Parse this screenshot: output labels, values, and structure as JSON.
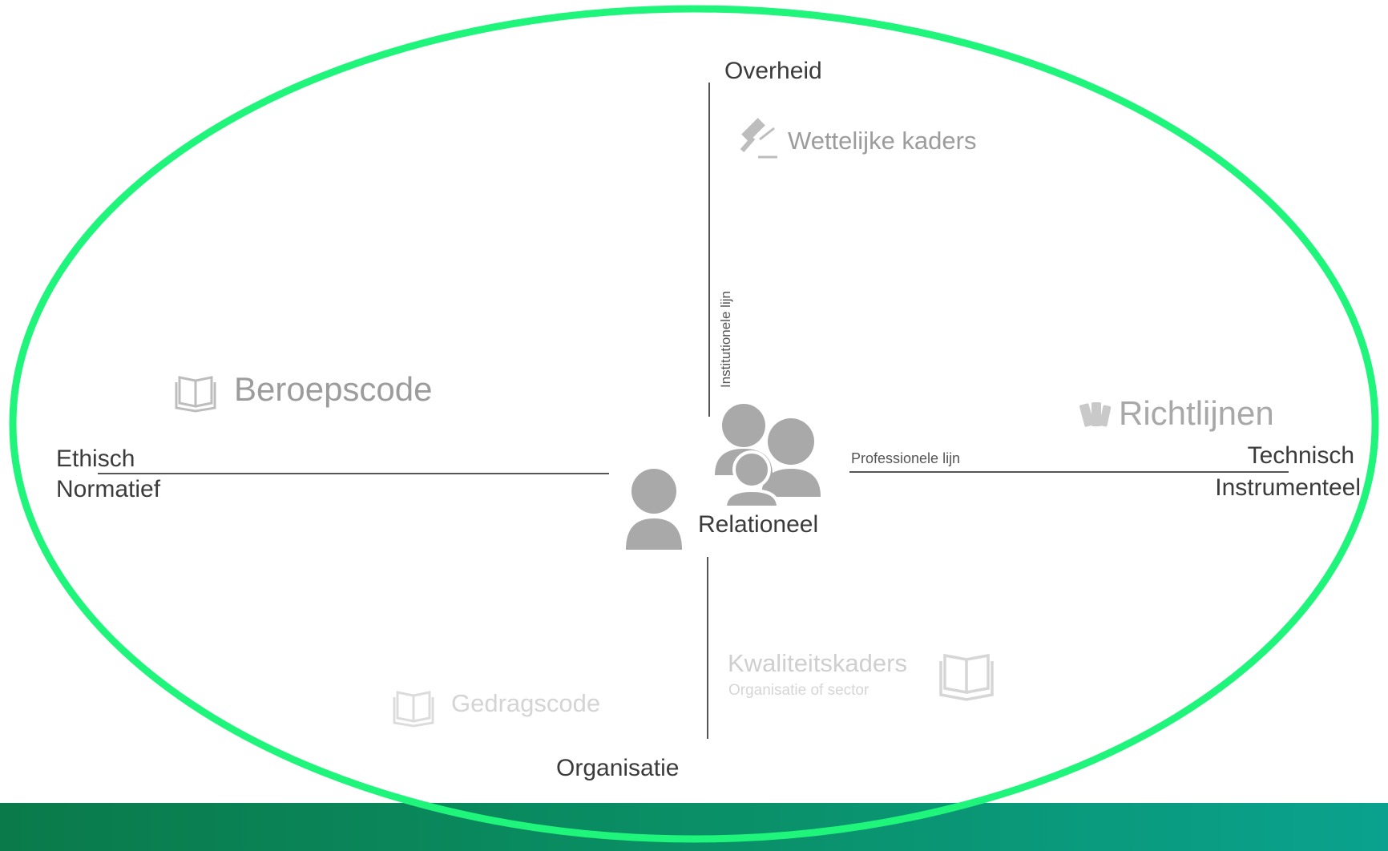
{
  "colors": {
    "ellipse": "#1ff57a",
    "band_start": "#0a7a4a",
    "band_end": "#0aa28e",
    "axis": "#555555",
    "person": "#a9a9a9"
  },
  "axes": {
    "top": "Overheid",
    "bottom": "Organisatie",
    "left_line1": "Ethisch",
    "left_line2": "Normatief",
    "right_line1": "Technisch",
    "right_line2": "Instrumenteel",
    "vertical_caption": "Institutionele lijn",
    "horizontal_caption": "Professionele lijn"
  },
  "center": {
    "label": "Relationeel",
    "icons": [
      "person-icon",
      "group-icon"
    ]
  },
  "quadrants": {
    "wettelijke": {
      "label": "Wettelijke kaders",
      "icon": "gavel-icon"
    },
    "beroepscode": {
      "label": "Beroepscode",
      "icon": "book-icon"
    },
    "richtlijnen": {
      "label": "Richtlijnen",
      "icon": "books-icon"
    },
    "gedragscode": {
      "label": "Gedragscode",
      "icon": "book-icon"
    },
    "kwaliteit": {
      "label": "Kwaliteitskaders",
      "sublabel": "Organisatie of sector",
      "icon": "book-icon"
    }
  }
}
